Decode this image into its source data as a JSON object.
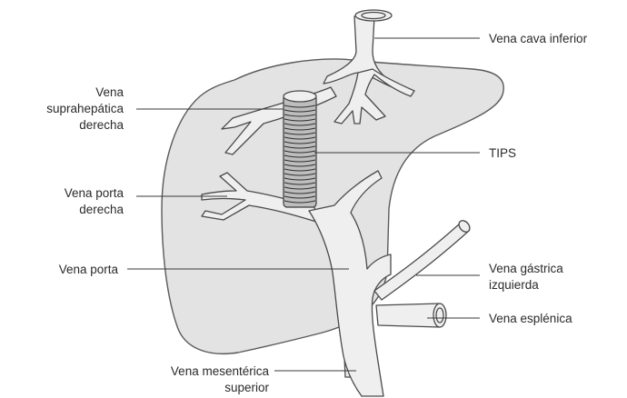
{
  "labels": {
    "vena_cava_inferior": "Vena cava inferior",
    "vena_suprahepatica_derecha": [
      "Vena",
      "suprahepática",
      "derecha"
    ],
    "tips": "TIPS",
    "vena_porta_derecha": [
      "Vena porta",
      "derecha"
    ],
    "vena_porta": "Vena porta",
    "vena_gastrica_izquierda": [
      "Vena gástrica",
      "izquierda"
    ],
    "vena_esplenica": "Vena esplénica",
    "vena_mesenterica_superior": [
      "Vena mesentérica",
      "superior"
    ]
  }
}
